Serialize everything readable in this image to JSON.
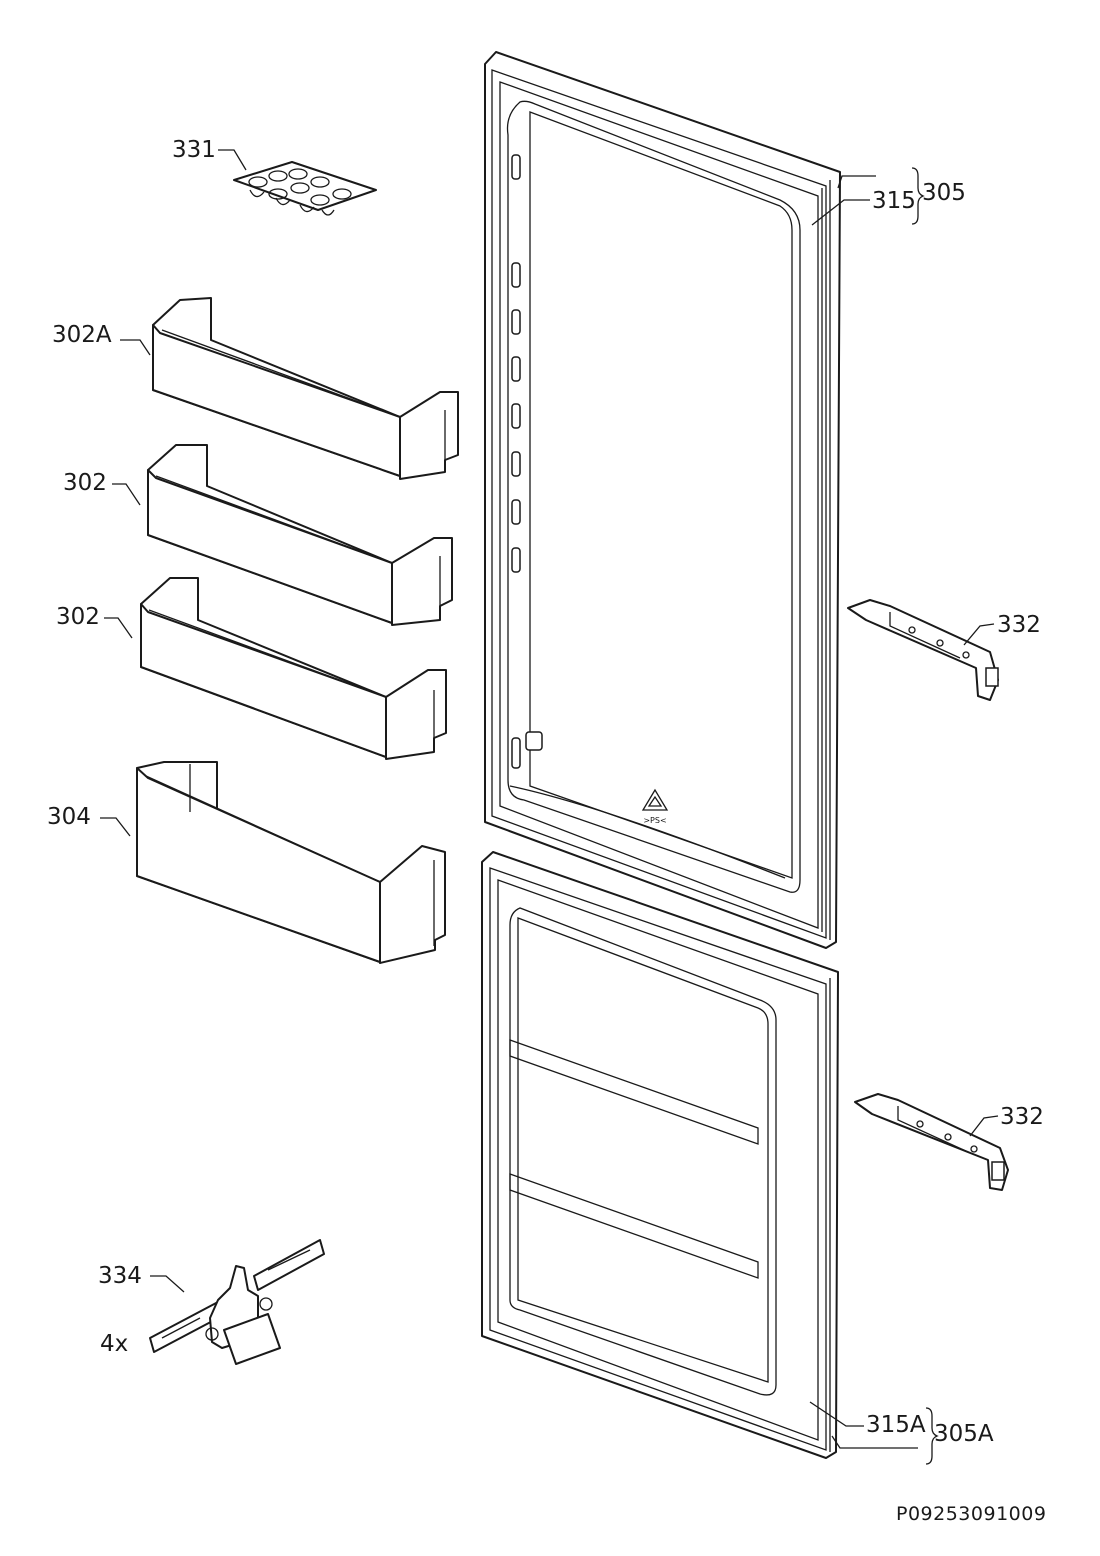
{
  "labels": {
    "egg_tray": "331",
    "door_shelf_top": "302A",
    "door_shelf_mid": "302",
    "door_shelf_lower": "302",
    "bottle_shelf": "304",
    "upper_gasket": "315",
    "upper_door": "305",
    "upper_hinge": "332",
    "lower_hinge": "332",
    "hinge_set": "334",
    "hinge_qty": "4x",
    "lower_gasket": "315A",
    "lower_door": "305A"
  },
  "recycling_mark": ">PS<",
  "reference_code": "P09253091009"
}
